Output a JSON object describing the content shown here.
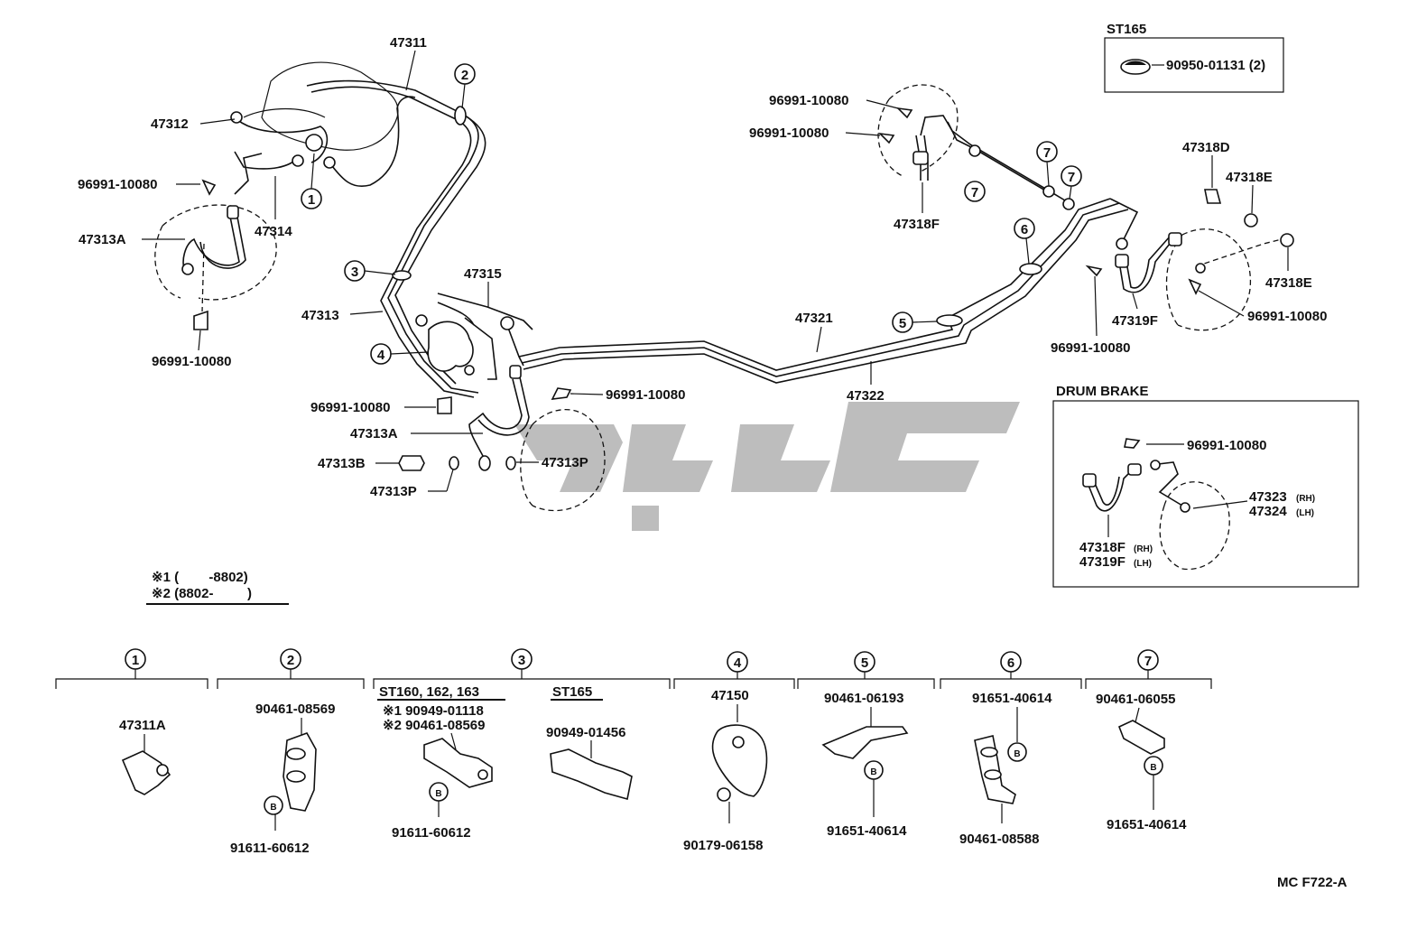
{
  "diagram": {
    "labels": {
      "l47311": "47311",
      "l47312": "47312",
      "l96991_a": "96991-10080",
      "l47313A_a": "47313A",
      "l47314": "47314",
      "l96991_b": "96991-10080",
      "l47313": "47313",
      "l47315": "47315",
      "l96991_c": "96991-10080",
      "l96991_d": "96991-10080",
      "l47313A_b": "47313A",
      "l47313B": "47313B",
      "l47313P_a": "47313P",
      "l47313P_b": "47313P",
      "l47321": "47321",
      "l47322": "47322",
      "l96991_e": "96991-10080",
      "l96991_f": "96991-10080",
      "l47318F": "47318F",
      "l47318D": "47318D",
      "l47318E_a": "47318E",
      "l47318E_b": "47318E",
      "l96991_g": "96991-10080",
      "l47319F": "47319F",
      "l96991_h": "96991-10080",
      "st165_box_title": "ST165",
      "l90950": "90950-01131 (2)",
      "drum_title": "DRUM BRAKE",
      "d96991": "96991-10080",
      "d47323": "47323",
      "d47323_sfx": "(RH)",
      "d47324": "47324",
      "d47324_sfx": "(LH)",
      "d47318F": "47318F",
      "d47318F_sfx": "(RH)",
      "d47319F": "47319F",
      "d47319F_sfx": "(LH)",
      "note1": "※1 (        -8802)",
      "note2": "※2 (8802-         )",
      "c1_part": "47311A",
      "c2_top": "90461-08569",
      "c2_bot": "91611-60612",
      "c3_hdr_a": "ST160, 162, 163",
      "c3_hdr_b": "ST165",
      "c3_n1": "※1 90949-01118",
      "c3_n2": "※2 90461-08569",
      "c3_bot": "91611-60612",
      "c3_b_part": "90949-01456",
      "c4_top": "47150",
      "c4_bot": "90179-06158",
      "c5_top": "90461-06193",
      "c5_bot": "91651-40614",
      "c6_top": "91651-40614",
      "c6_bot": "90461-08588",
      "c7_top": "90461-06055",
      "c7_bot": "91651-40614",
      "code": "MC F722-A"
    },
    "callouts": [
      "1",
      "2",
      "3",
      "4",
      "5",
      "6",
      "7"
    ],
    "bolt_mark": "B"
  },
  "colors": {
    "ink": "#111111",
    "watermark": "#bdbdbd"
  }
}
